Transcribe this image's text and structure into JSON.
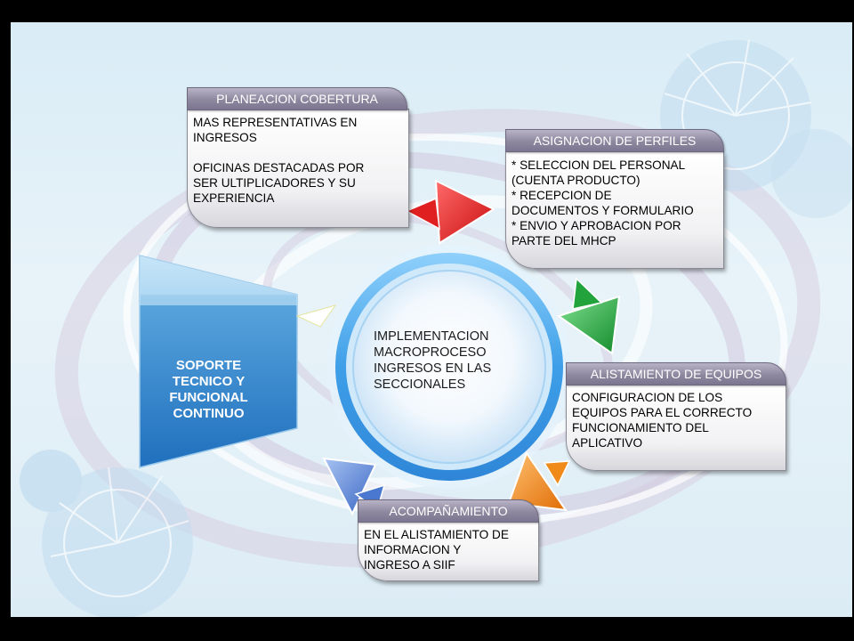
{
  "center": {
    "lines": [
      "IMPLEMENTACION",
      "MACROPROCESO",
      "INGRESOS EN LAS",
      "SECCIONALES"
    ]
  },
  "soporte": {
    "lines": [
      "SOPORTE",
      "TECNICO Y",
      "FUNCIONAL",
      "CONTINUO"
    ]
  },
  "steps": [
    {
      "title": "PLANEACION COBERTURA",
      "body": "MAS REPRESENTATIVAS EN\nINGRESOS\n\nOFICINAS DESTACADAS POR\nSER ULTIPLICADORES   Y SU\nEXPERIENCIA"
    },
    {
      "title": "ASIGNACION DE PERFILES",
      "body": "* SELECCION DEL PERSONAL\n(CUENTA PRODUCTO)\n* RECEPCION DE\nDOCUMENTOS Y FORMULARIO\n* ENVIO Y APROBACION POR\nPARTE DEL MHCP"
    },
    {
      "title": "ALISTAMIENTO DE EQUIPOS",
      "body": "CONFIGURACION DE LOS\nEQUIPOS PARA EL CORRECTO\nFUNCIONAMIENTO DEL\nAPLICATIVO"
    },
    {
      "title": "ACOMPAÑAMIENTO",
      "body": "EN EL ALISTAMIENTO DE\nINFORMACION Y\nINGRESO A SIIF"
    }
  ],
  "colors": {
    "red_arrow": "#e02020",
    "green_arrow": "#22a33c",
    "orange_arrow": "#f08a1a",
    "blue_arrow": "#4a78d0",
    "ring": "#3e9fe8",
    "soporte_panel": "#2e7fc6"
  }
}
